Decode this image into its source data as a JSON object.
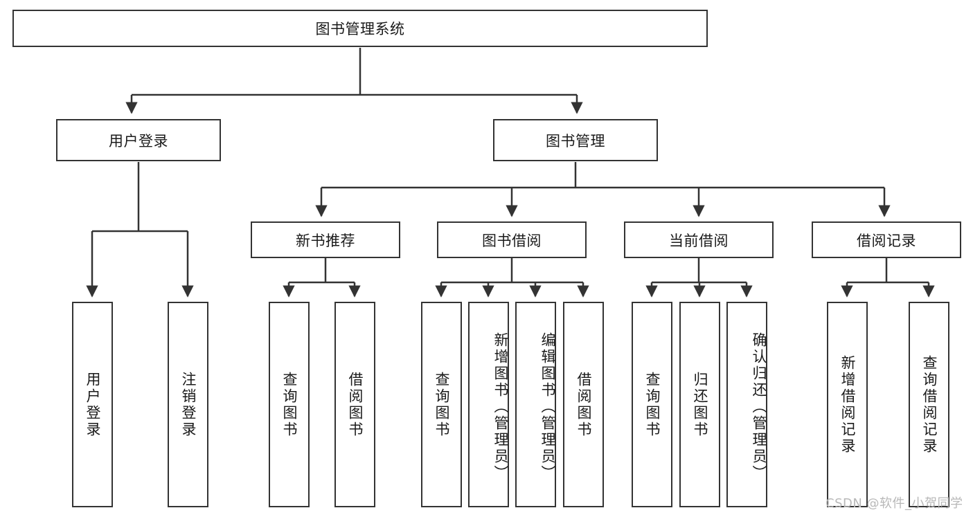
{
  "diagram": {
    "title": "图书管理系统",
    "type": "hierarchy-tree",
    "root": {
      "id": "root",
      "label": "图书管理系统",
      "orientation": "horizontal"
    },
    "level2": [
      {
        "id": "user-login",
        "label": "用户登录",
        "orientation": "horizontal"
      },
      {
        "id": "book-manage",
        "label": "图书管理",
        "orientation": "horizontal"
      }
    ],
    "level3": [
      {
        "id": "new-book-rec",
        "label": "新书推荐",
        "orientation": "horizontal",
        "parent": "book-manage"
      },
      {
        "id": "book-borrow",
        "label": "图书借阅",
        "orientation": "horizontal",
        "parent": "book-manage"
      },
      {
        "id": "current-borrow",
        "label": "当前借阅",
        "orientation": "horizontal",
        "parent": "book-manage"
      },
      {
        "id": "borrow-record",
        "label": "借阅记录",
        "orientation": "horizontal",
        "parent": "book-manage"
      }
    ],
    "leaves": [
      {
        "id": "leaf-user-login",
        "label": "用户登录",
        "parent": "user-login",
        "orientation": "vertical"
      },
      {
        "id": "leaf-user-logout",
        "label": "注销登录",
        "parent": "user-login",
        "orientation": "vertical"
      },
      {
        "id": "leaf-query-book-1",
        "label": "查询图书",
        "parent": "new-book-rec",
        "orientation": "vertical"
      },
      {
        "id": "leaf-borrow-book-1",
        "label": "借阅图书",
        "parent": "new-book-rec",
        "orientation": "vertical"
      },
      {
        "id": "leaf-query-book-2",
        "label": "查询图书",
        "parent": "book-borrow",
        "orientation": "vertical"
      },
      {
        "id": "leaf-add-book",
        "label": "新增图书（管理员）",
        "parent": "book-borrow",
        "orientation": "vertical"
      },
      {
        "id": "leaf-edit-book",
        "label": "编辑图书（管理员）",
        "parent": "book-borrow",
        "orientation": "vertical"
      },
      {
        "id": "leaf-borrow-book-2",
        "label": "借阅图书",
        "parent": "book-borrow",
        "orientation": "vertical"
      },
      {
        "id": "leaf-query-book-3",
        "label": "查询图书",
        "parent": "current-borrow",
        "orientation": "vertical"
      },
      {
        "id": "leaf-return-book",
        "label": "归还图书",
        "parent": "current-borrow",
        "orientation": "vertical"
      },
      {
        "id": "leaf-confirm-return",
        "label": "确认归还（管理员）",
        "parent": "current-borrow",
        "orientation": "vertical"
      },
      {
        "id": "leaf-add-record",
        "label": "新增借阅记录",
        "parent": "borrow-record",
        "orientation": "vertical"
      },
      {
        "id": "leaf-query-record",
        "label": "查询借阅记录",
        "parent": "borrow-record",
        "orientation": "vertical"
      }
    ],
    "colors": {
      "stroke": "#333333",
      "fill": "#ffffff",
      "text": "#1a1a1a",
      "watermark": "#b8b8b8"
    }
  },
  "watermark": {
    "text": "CSDN @软件_小贺同学"
  }
}
